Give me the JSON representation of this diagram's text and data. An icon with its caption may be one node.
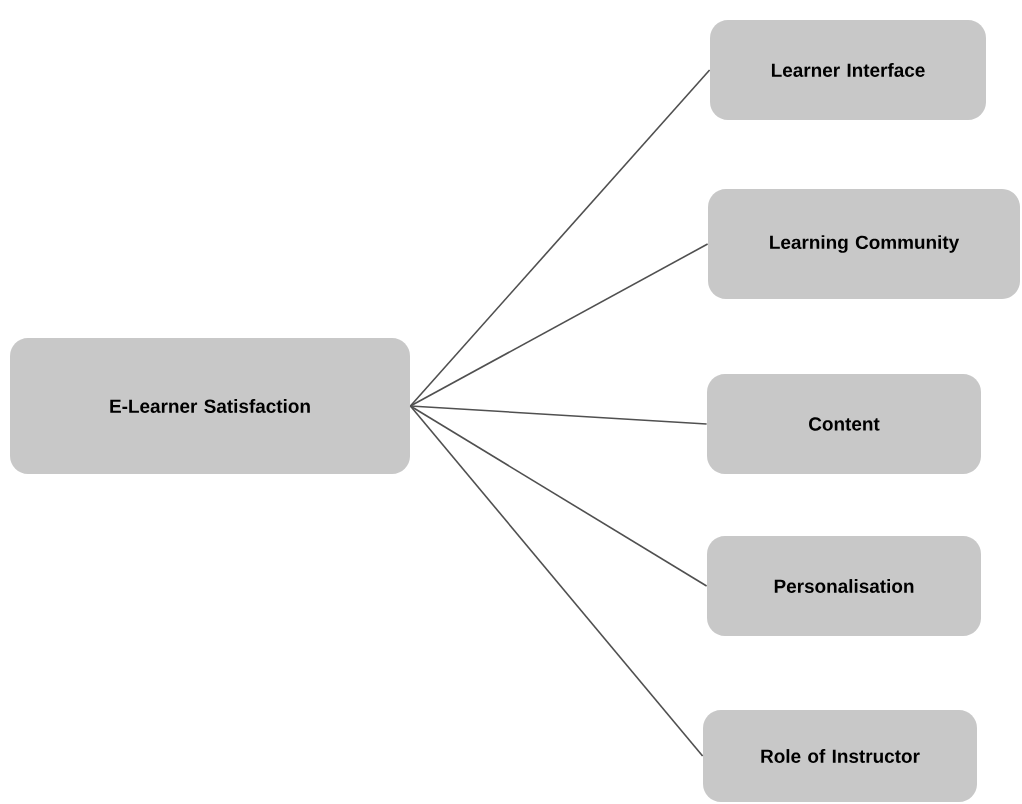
{
  "diagram": {
    "nodes": [
      {
        "text": [
          "E-Learner Satisfaction"
        ]
      },
      {
        "text": [
          "Learner Interface"
        ]
      },
      {
        "text": [
          "Learning Community"
        ]
      },
      {
        "text": [
          "Content"
        ]
      },
      {
        "text": [
          "Personalisation"
        ]
      },
      {
        "text": [
          "Role of  Instructor"
        ]
      }
    ],
    "edges": [
      {
        "from": 0,
        "to": 1,
        "arrow": "none"
      },
      {
        "from": 0,
        "to": 2,
        "arrow": "none"
      },
      {
        "from": 0,
        "to": 3,
        "arrow": "none"
      },
      {
        "from": 0,
        "to": 4,
        "arrow": "none"
      },
      {
        "from": 0,
        "to": 5,
        "arrow": "none"
      }
    ]
  }
}
